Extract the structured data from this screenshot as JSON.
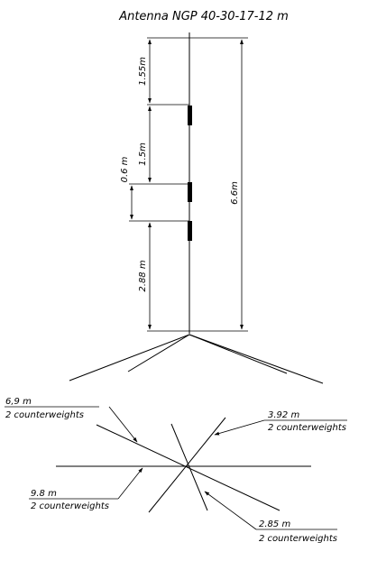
{
  "title": "Antenna NGP 40-30-17-12 m",
  "dimensions": {
    "top_section": "1.55m",
    "middle_section": "1.5m",
    "trap_gap": "0.6 m",
    "bottom_section": "2.88 m",
    "total_height": "6.6m"
  },
  "counterweights": {
    "a": {
      "length": "6,9 m",
      "count": "2 counterweights"
    },
    "b": {
      "length": "3.92 m",
      "count": "2 counterweights"
    },
    "c": {
      "length": "9.8 m",
      "count": "2 counterweights"
    },
    "d": {
      "length": "2.85 m",
      "count": "2 counterweights"
    }
  }
}
